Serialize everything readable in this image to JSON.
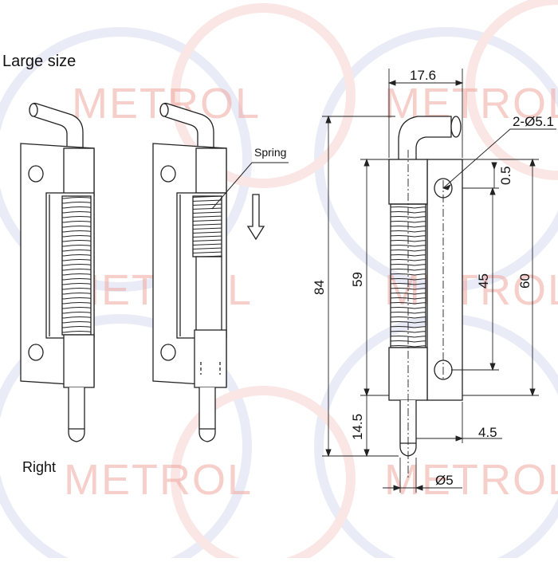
{
  "title": "Large size",
  "hand_label": "Right",
  "spring_callout": "Spring",
  "watermark": "METROL",
  "dimensions": {
    "top_width": "17.6",
    "hole_spec": "2-Ø5.1",
    "offset": "0.5",
    "overall_length": "84",
    "body_length": "59",
    "hole_spacing": "45",
    "plate_length": "60",
    "pin_length": "14.5",
    "pin_offset": "4.5",
    "pin_diameter": "Ø5"
  },
  "colors": {
    "line": "#222222",
    "watermark": "#f2a8a0",
    "arc_pink": "#f6c9c4",
    "arc_blue": "#cfd3ee"
  }
}
